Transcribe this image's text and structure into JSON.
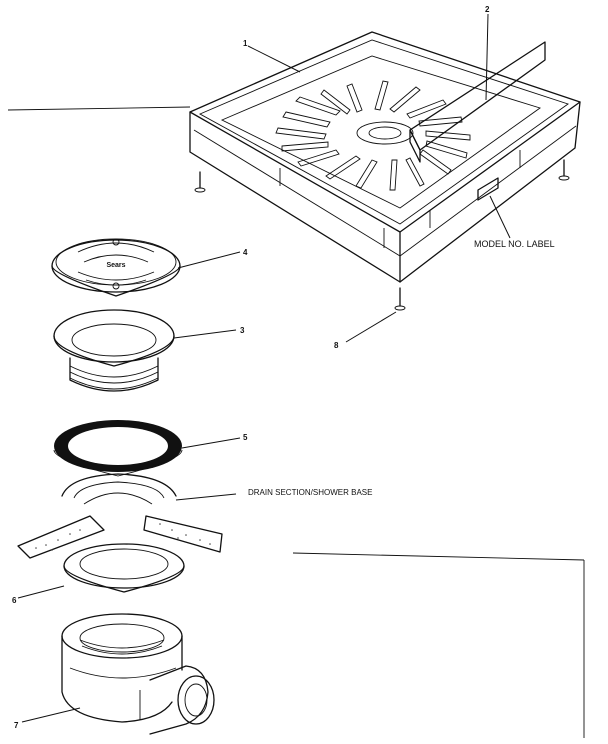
{
  "callouts": {
    "part_1": "1",
    "part_2": "2",
    "part_3": "3",
    "part_4": "4",
    "part_5": "5",
    "part_6": "6",
    "part_7": "7",
    "part_8": "8"
  },
  "labels": {
    "model_no_label": "MODEL NO. LABEL",
    "drain_section": "DRAIN SECTION/SHOWER BASE",
    "strainer_text": "Sears"
  }
}
